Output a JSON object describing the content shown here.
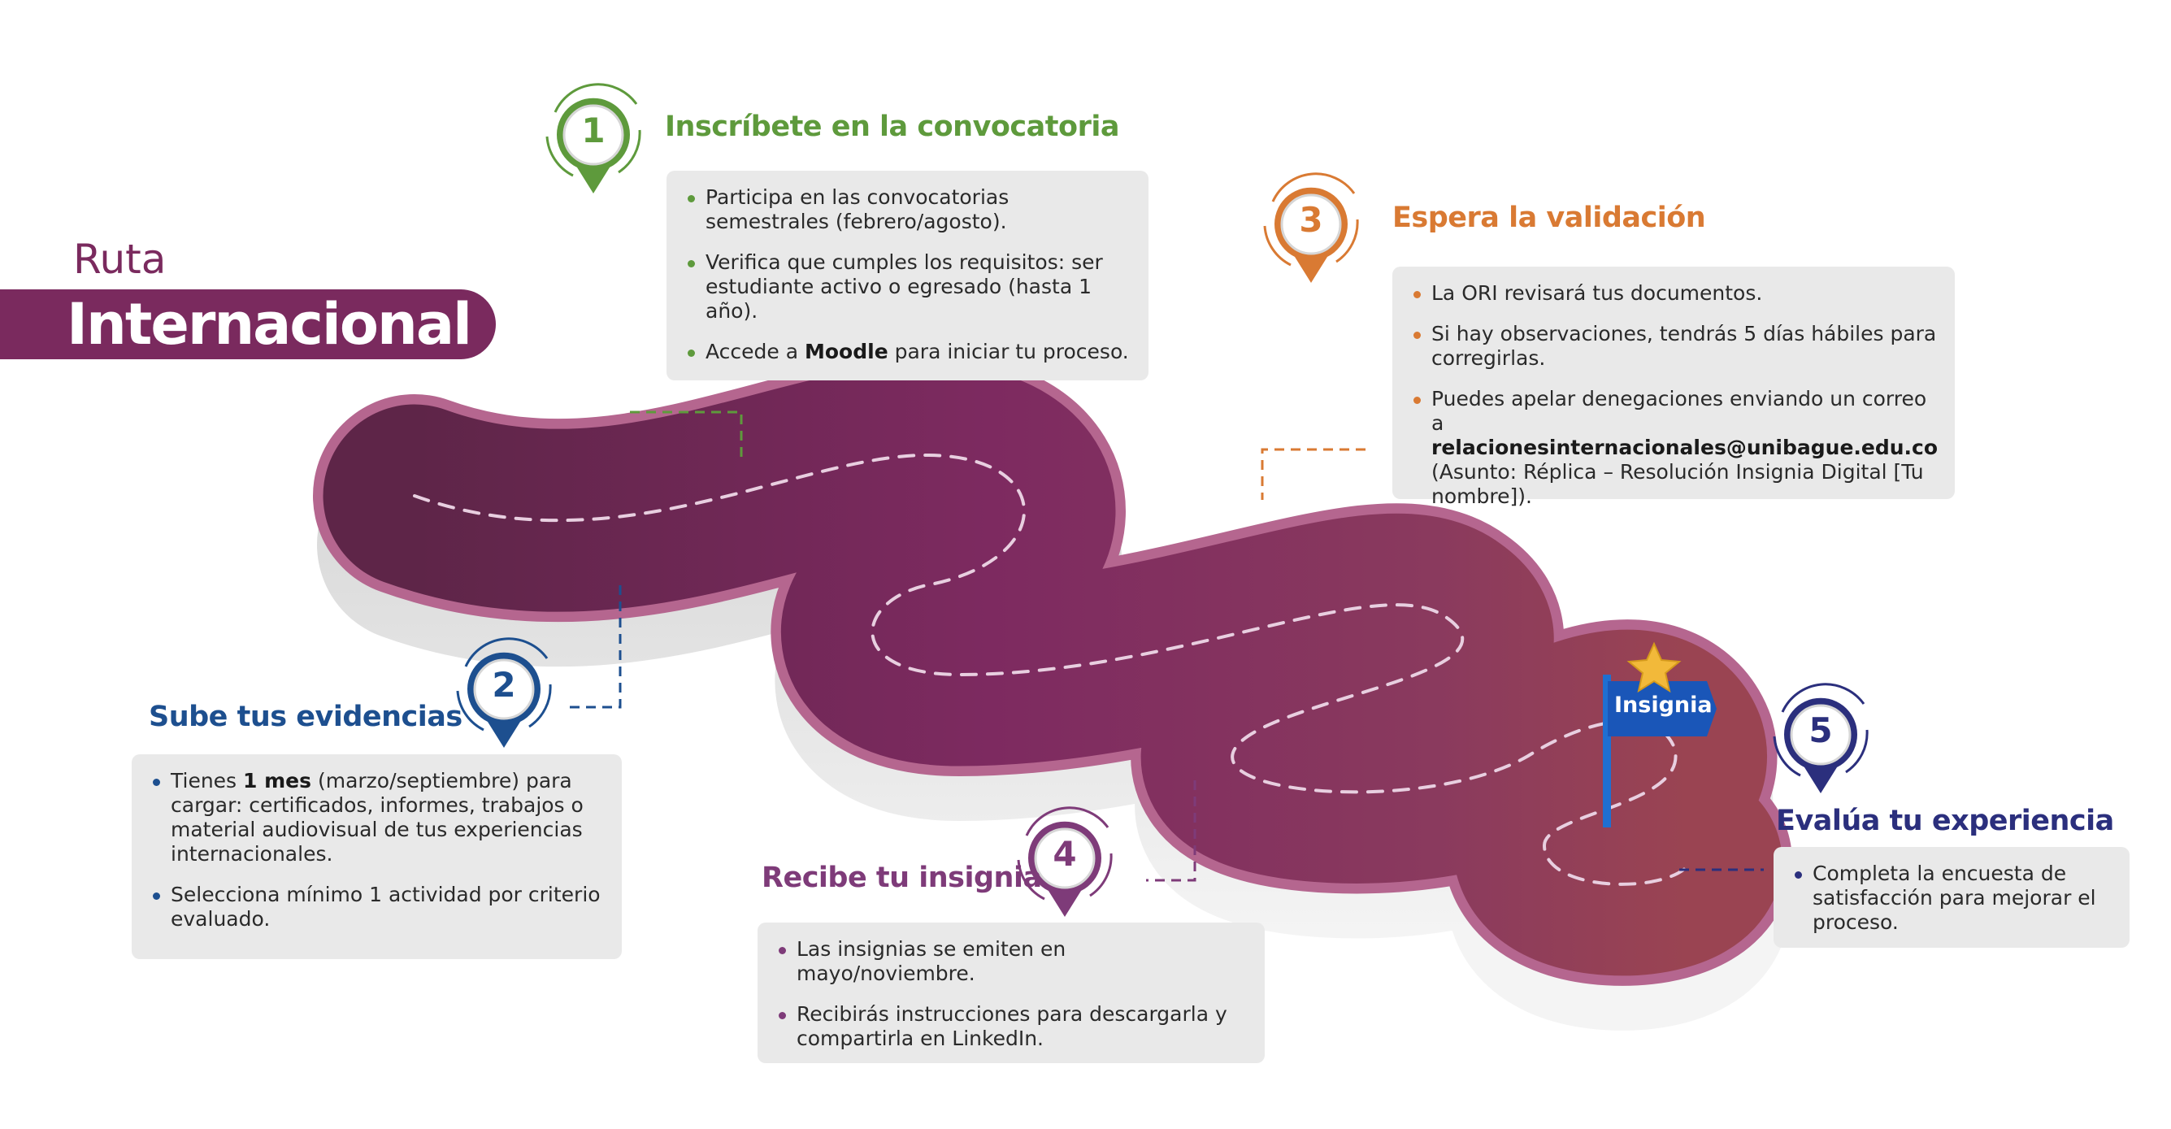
{
  "brand": {
    "line1": "Ruta",
    "line2": "Internacional"
  },
  "flag_label": "Insignia",
  "colors": {
    "green": "#5e9a3c",
    "blue": "#1d4f8f",
    "orange": "#d97a33",
    "purple": "#7e3b79",
    "navy": "#2b2f7d",
    "brand": "#7a2a5e"
  },
  "steps": [
    {
      "number": "1",
      "title": "Inscríbete en la convocatoria",
      "items": [
        {
          "text": "Participa en las convocatorias semestrales (febrero/agosto)."
        },
        {
          "text": "Verifica que cumples los requisitos: ser estudiante activo o egresado (hasta 1 año)."
        },
        {
          "pre": "Accede a ",
          "bold": "Moodle",
          "post": " para iniciar tu proceso."
        }
      ]
    },
    {
      "number": "2",
      "title": "Sube tus evidencias",
      "items": [
        {
          "pre": "Tienes ",
          "bold": "1 mes",
          "post": " (marzo/septiembre) para cargar: certificados, informes, trabajos o material audiovisual de tus experiencias internacionales."
        },
        {
          "text": "Selecciona mínimo 1 actividad por criterio evaluado."
        }
      ]
    },
    {
      "number": "3",
      "title": "Espera la validación",
      "items": [
        {
          "text": "La ORI revisará tus documentos."
        },
        {
          "text": "Si hay observaciones, tendrás 5 días hábiles para corregirlas."
        },
        {
          "pre": "Puedes apelar denegaciones enviando un correo a ",
          "bold": "relacionesinternacionales@unibague.edu.co",
          "post": " (Asunto: Réplica – Resolución Insignia Digital [Tu nombre])."
        }
      ]
    },
    {
      "number": "4",
      "title": "Recibe tu insignia",
      "items": [
        {
          "text": "Las insignias se emiten en mayo/noviembre."
        },
        {
          "text": "Recibirás instrucciones para descargarla y compartirla en LinkedIn."
        }
      ]
    },
    {
      "number": "5",
      "title": "Evalúa tu experiencia",
      "items": [
        {
          "text": "Completa la encuesta de satisfacción para mejorar el proceso."
        }
      ]
    }
  ]
}
